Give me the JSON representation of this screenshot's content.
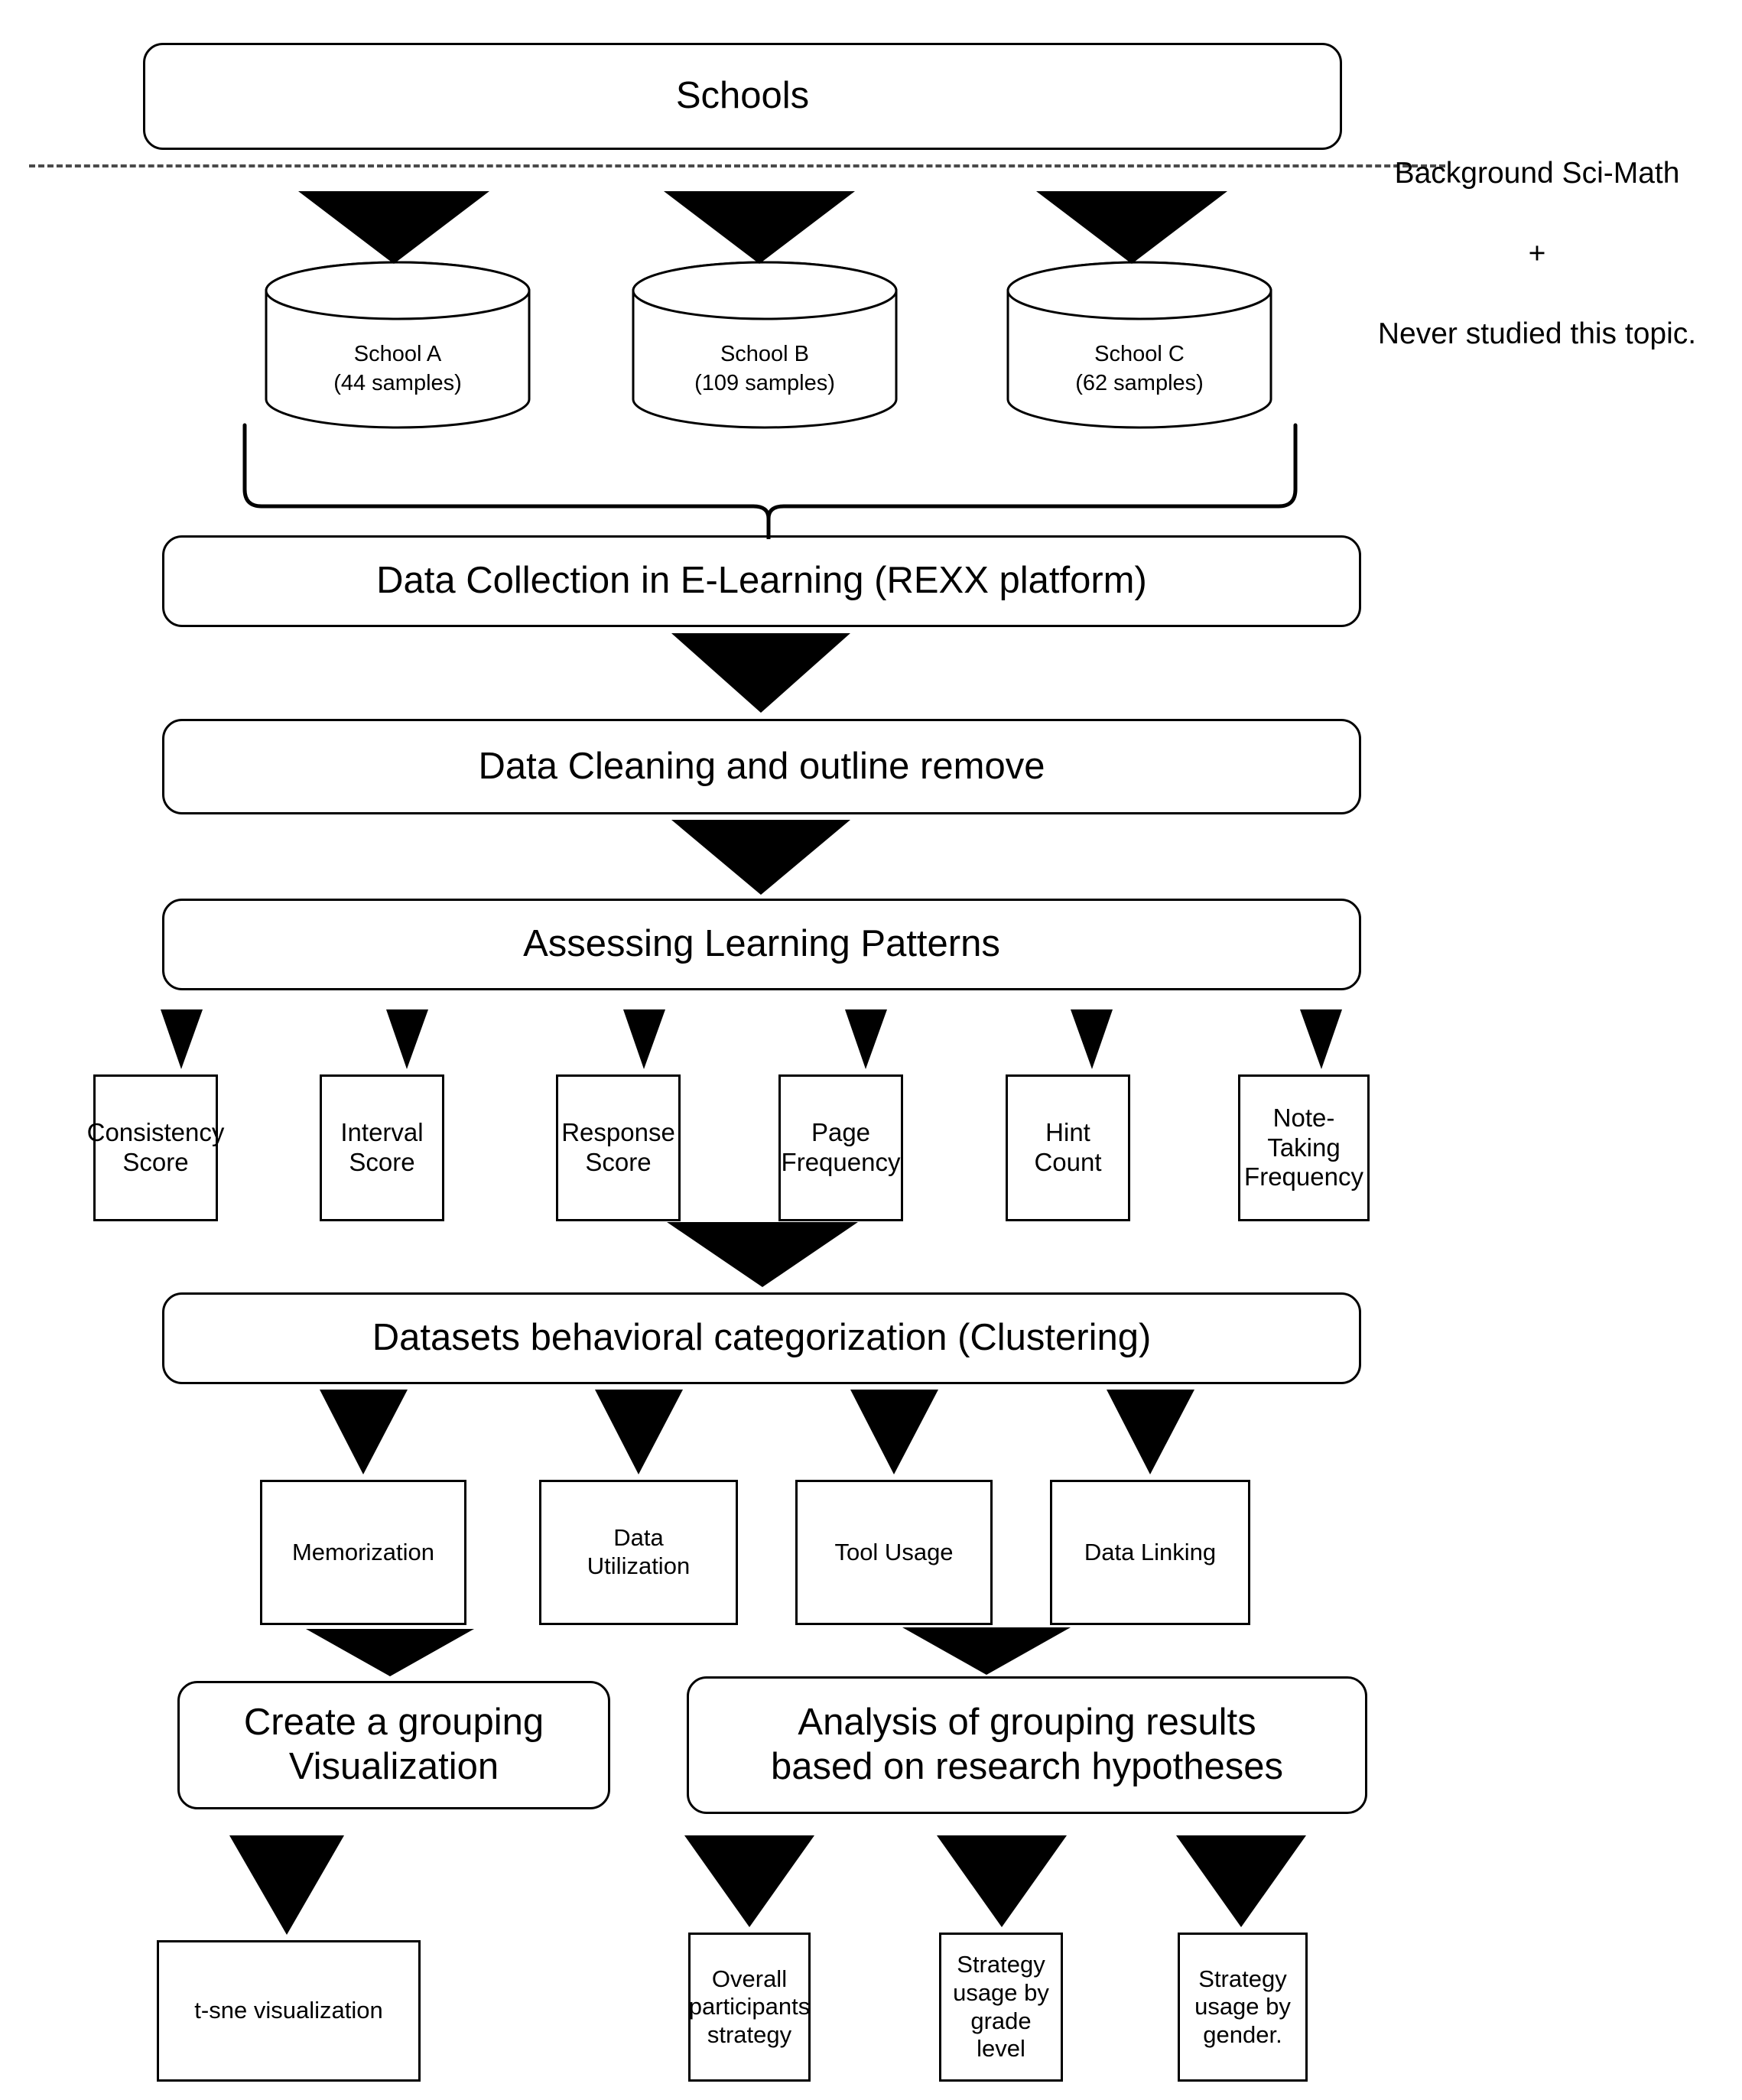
{
  "diagram": {
    "title_node": {
      "label": "Schools"
    },
    "side_note": {
      "line1": "Background Sci-Math",
      "line2": "+",
      "line3": "Never studied this topic."
    },
    "sources": [
      {
        "name": "School A",
        "samples": "(44 samples)"
      },
      {
        "name": "School B",
        "samples": "(109 samples)"
      },
      {
        "name": "School C",
        "samples": "(62 samples)"
      }
    ],
    "pipeline": [
      {
        "label": "Data Collection in E-Learning (REXX platform)"
      },
      {
        "label": "Data Cleaning and outline remove"
      },
      {
        "label": "Assessing Learning Patterns"
      }
    ],
    "metrics": [
      {
        "label": "Consistency\nScore"
      },
      {
        "label": "Interval\nScore"
      },
      {
        "label": "Response\nScore"
      },
      {
        "label": "Page\nFrequency"
      },
      {
        "label": "Hint Count"
      },
      {
        "label": "Note-Taking\nFrequency"
      }
    ],
    "clustering": {
      "label": "Datasets behavioral categorization (Clustering)"
    },
    "categories": [
      {
        "label": "Memorization"
      },
      {
        "label": "Data\nUtilization"
      },
      {
        "label": "Tool Usage"
      },
      {
        "label": "Data Linking"
      }
    ],
    "outputs": [
      {
        "label": "Create a grouping\nVisualization"
      },
      {
        "label": "Analysis of grouping results\nbased on research hypotheses"
      }
    ],
    "results": [
      {
        "label": "t-sne  visualization"
      },
      {
        "label": "Overall\nparticipants\nstrategy"
      },
      {
        "label": "Strategy\nusage by\ngrade level"
      },
      {
        "label": "Strategy\nusage by\ngender."
      }
    ],
    "colors": {
      "stroke": "#000000",
      "fill": "#ffffff",
      "divider": "#4a4a4a"
    }
  }
}
